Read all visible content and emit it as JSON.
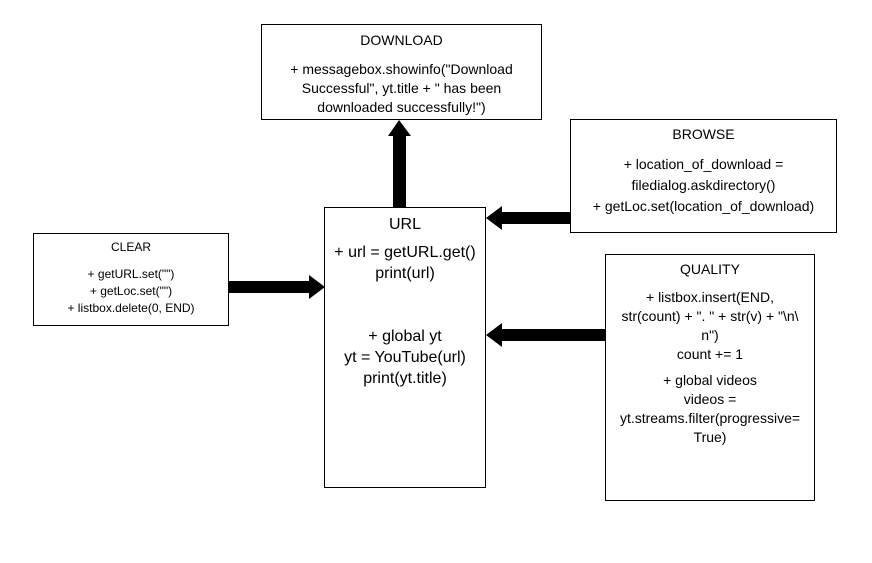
{
  "download": {
    "title": "DOWNLOAD",
    "lines": [
      "+ messagebox.showinfo(\"Download",
      "Successful\", yt.title + \" has been",
      "downloaded successfully!\")"
    ]
  },
  "browse": {
    "title": "BROWSE",
    "lines": [
      "+ location_of_download =",
      "filedialog.askdirectory()",
      "+ getLoc.set(location_of_download)"
    ]
  },
  "url": {
    "title": "URL",
    "lines": [
      "+ url = getURL.get()",
      "print(url)",
      "+ global yt",
      "yt = YouTube(url)",
      "print(yt.title)"
    ]
  },
  "clear": {
    "title": "CLEAR",
    "lines": [
      "+ getURL.set(\"\")",
      "+ getLoc.set(\"\")",
      "+ listbox.delete(0, END)"
    ]
  },
  "quality": {
    "title": "QUALITY",
    "lines": [
      "+ listbox.insert(END,",
      "str(count) + \". \" + str(v) + \"\\n\\",
      "n\")",
      "count += 1",
      "+ global videos",
      "videos =",
      "yt.streams.filter(progressive=",
      "True)"
    ]
  }
}
